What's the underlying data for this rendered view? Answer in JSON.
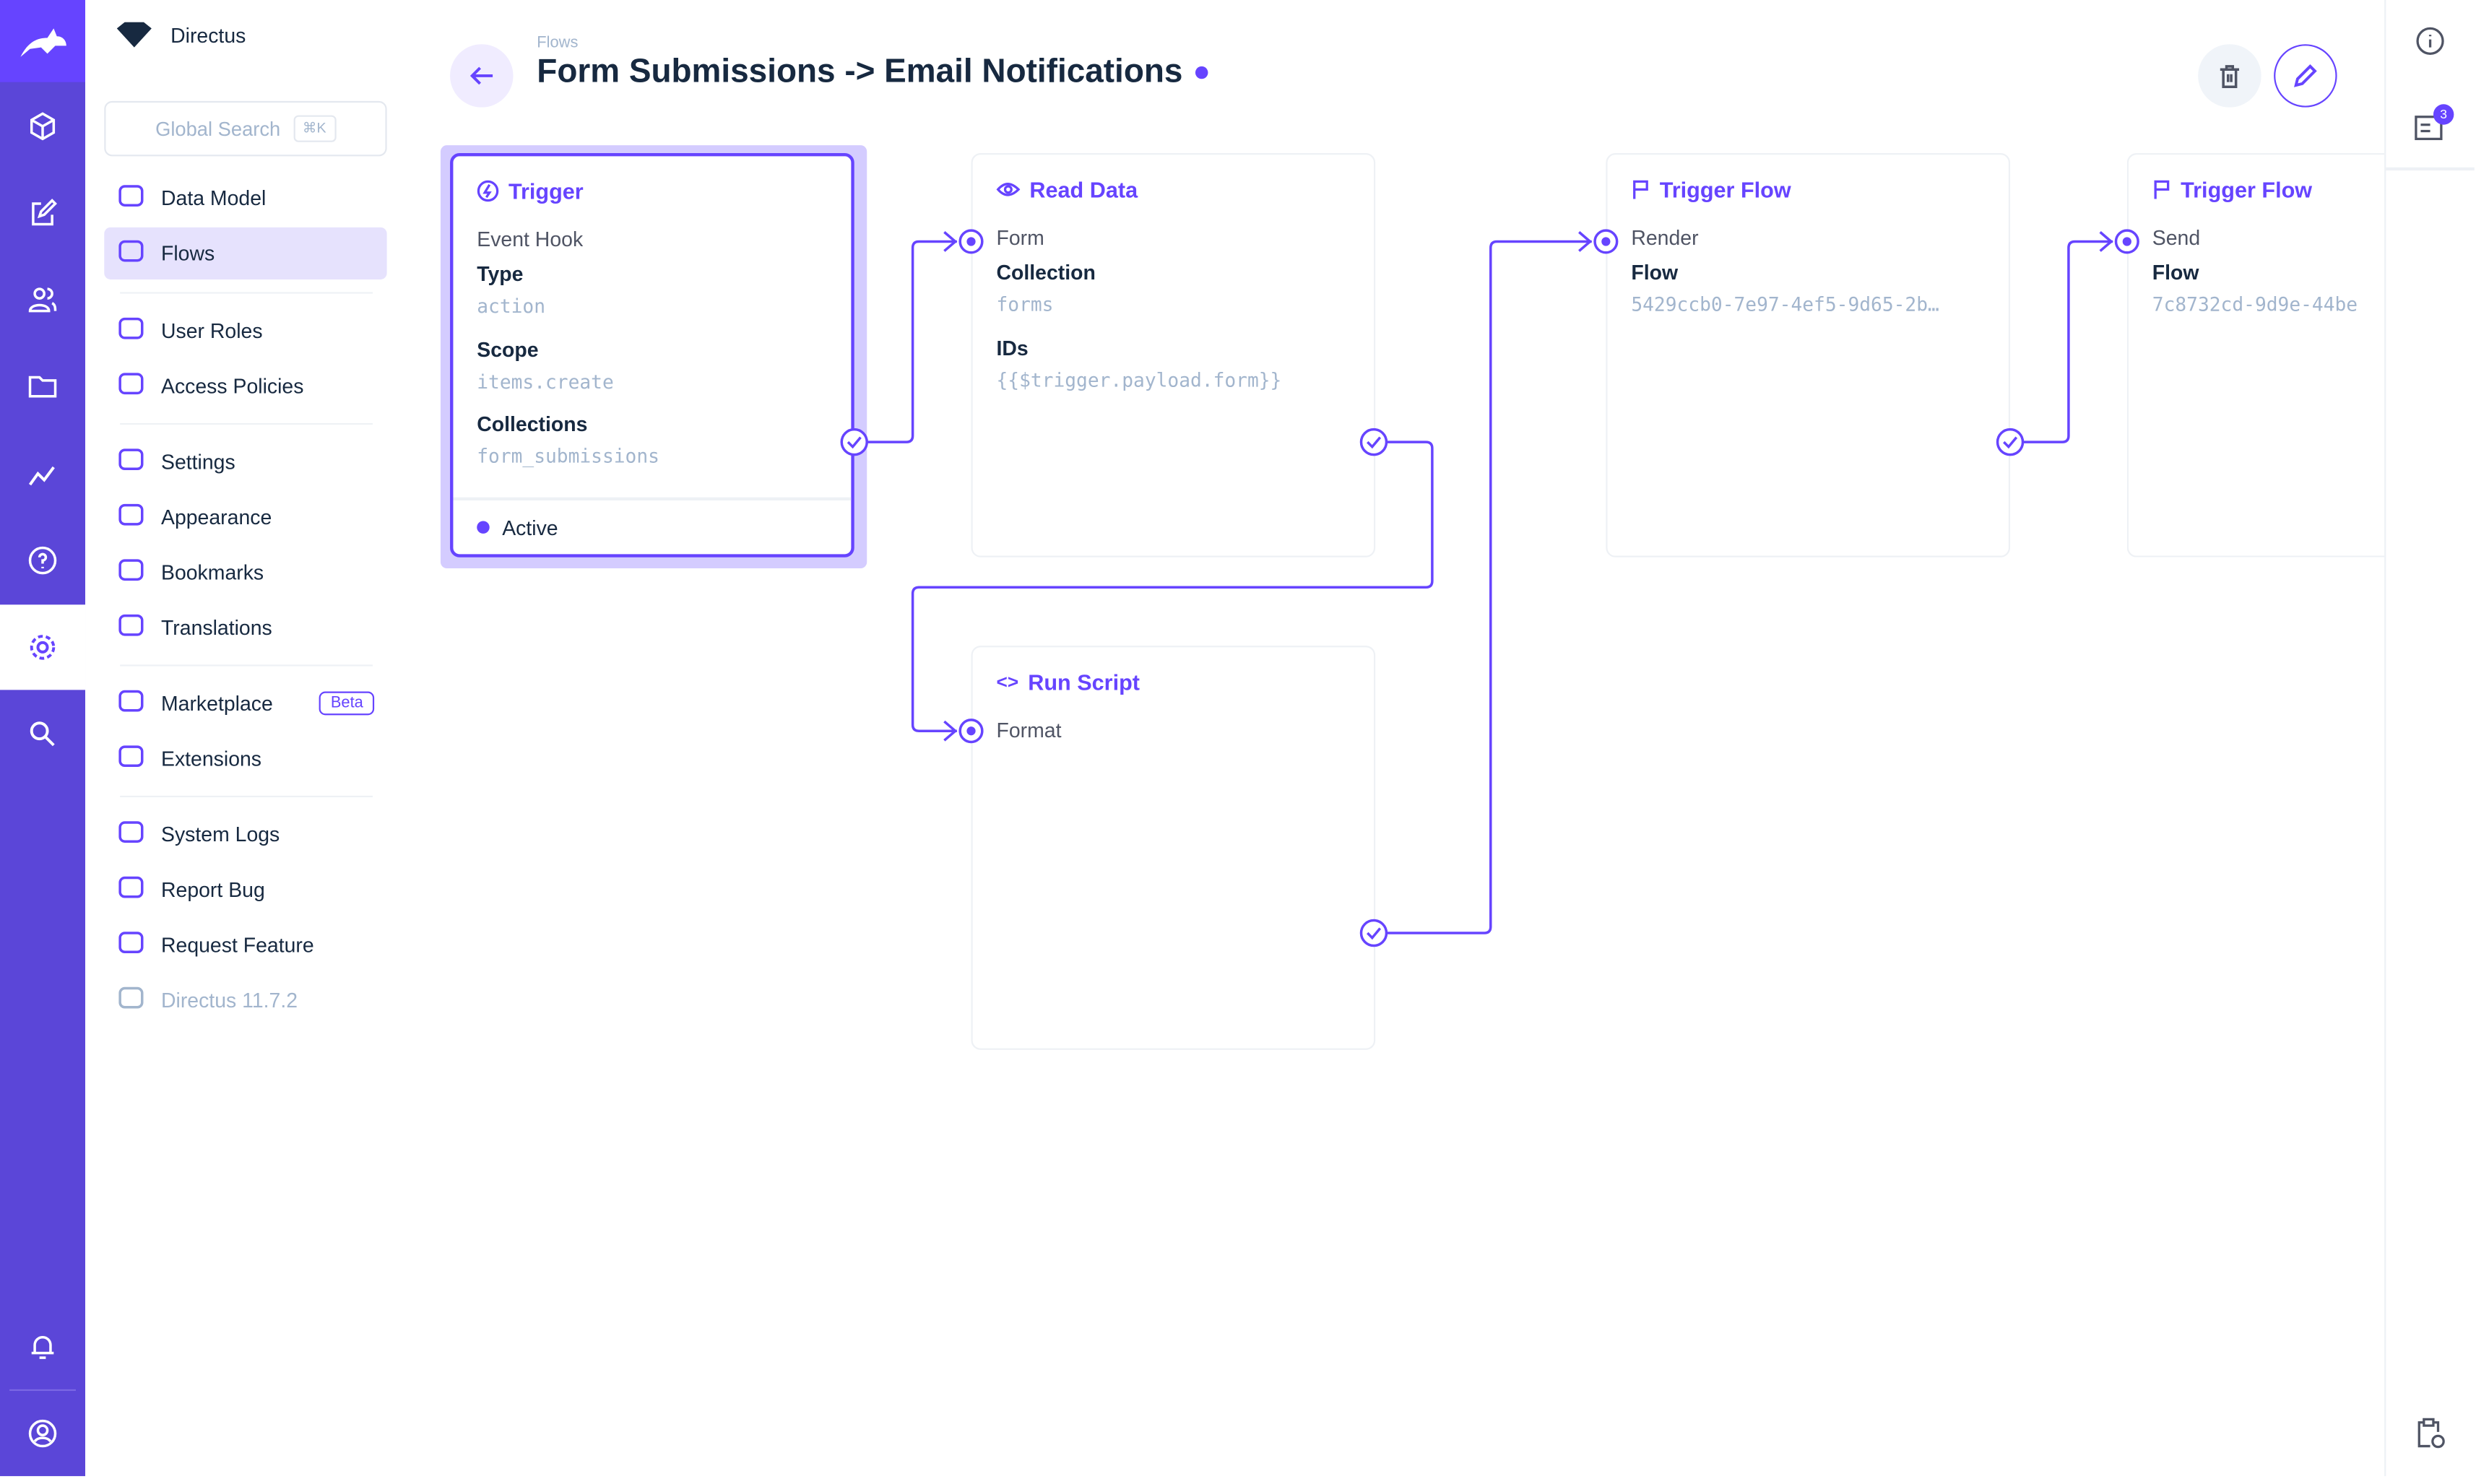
{
  "app": {
    "brand": "Directus",
    "search_placeholder": "Global Search",
    "search_shortcut": "⌘K"
  },
  "nav": {
    "items": [
      {
        "label": "Data Model",
        "icon": "database-icon"
      },
      {
        "label": "Flows",
        "icon": "bolt-icon",
        "active": true
      },
      {
        "label": "User Roles",
        "icon": "users-icon"
      },
      {
        "label": "Access Policies",
        "icon": "shield-icon"
      },
      {
        "label": "Settings",
        "icon": "sliders-icon"
      },
      {
        "label": "Appearance",
        "icon": "palette-icon"
      },
      {
        "label": "Bookmarks",
        "icon": "bookmark-icon"
      },
      {
        "label": "Translations",
        "icon": "translate-icon"
      },
      {
        "label": "Marketplace",
        "icon": "store-icon",
        "badge": "Beta"
      },
      {
        "label": "Extensions",
        "icon": "shapes-icon"
      },
      {
        "label": "System Logs",
        "icon": "terminal-icon"
      },
      {
        "label": "Report Bug",
        "icon": "bug-icon"
      },
      {
        "label": "Request Feature",
        "icon": "verified-icon"
      },
      {
        "label": "Directus 11.7.2",
        "icon": "directus-icon"
      }
    ]
  },
  "header": {
    "breadcrumb": "Flows",
    "title": "Form Submissions -> Email Notifications"
  },
  "sidebar_right": {
    "notifications_count": "3"
  },
  "colors": {
    "accent": "#6644FF",
    "rail": "#5B46D8"
  },
  "flow": {
    "trigger": {
      "title": "Trigger",
      "subtitle": "Event Hook",
      "type_label": "Type",
      "type": "action",
      "scope_label": "Scope",
      "scope": "items.create",
      "collections_label": "Collections",
      "collections": "form_submissions",
      "status": "Active"
    },
    "read": {
      "title": "Read Data",
      "name": "Form",
      "collection_label": "Collection",
      "collection": "forms",
      "ids_label": "IDs",
      "ids": "{{$trigger.payload.form}}"
    },
    "script": {
      "title": "Run Script",
      "name": "Format"
    },
    "render": {
      "title": "Trigger Flow",
      "name": "Render",
      "flow_label": "Flow",
      "flow": "5429ccb0-7e97-4ef5-9d65-2b…"
    },
    "send": {
      "title": "Trigger Flow",
      "name": "Send",
      "flow_label": "Flow",
      "flow": "7c8732cd-9d9e-44be"
    }
  }
}
